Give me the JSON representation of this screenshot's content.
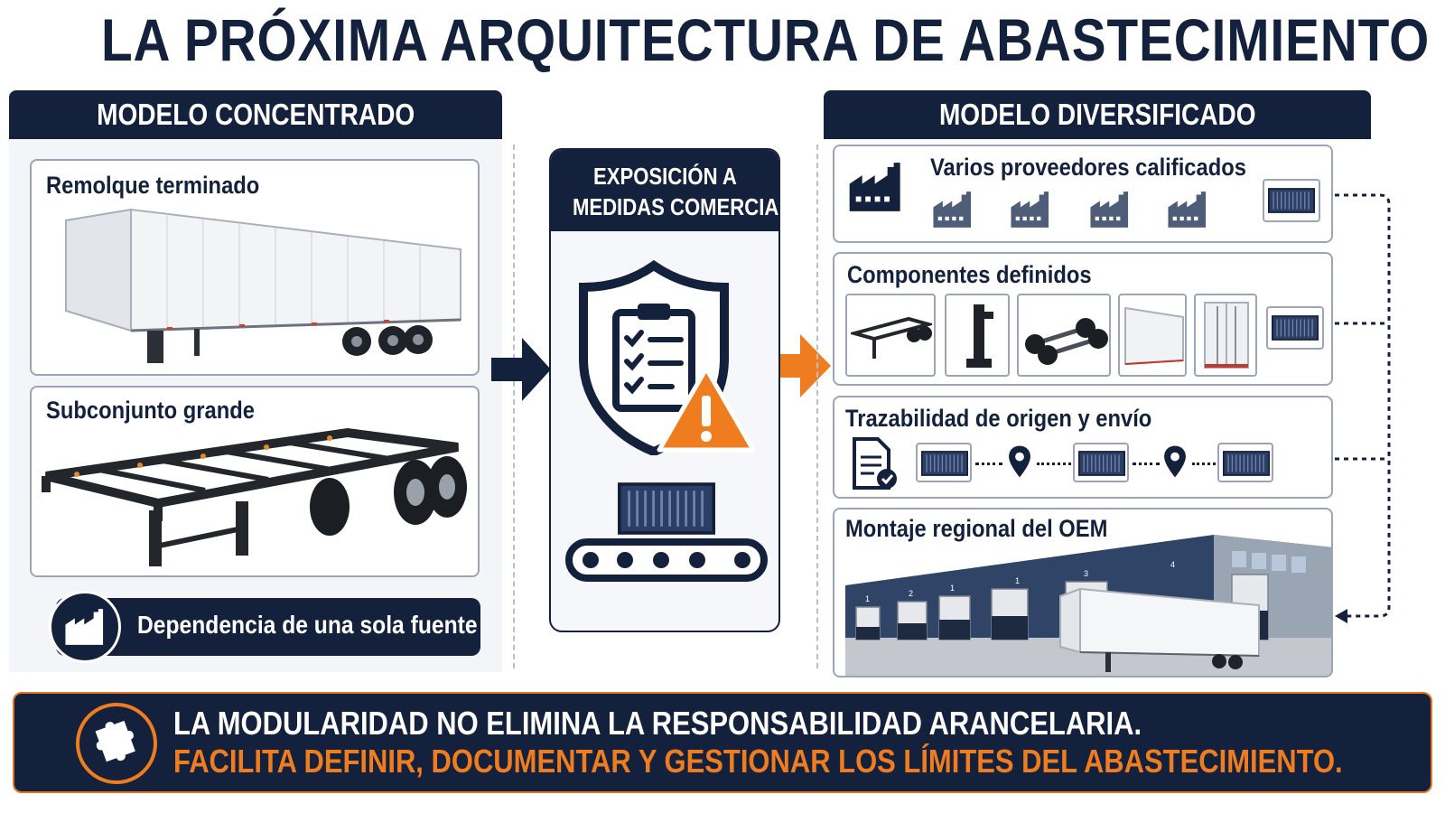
{
  "title": "LA PRÓXIMA ARQUITECTURA DE ABASTECIMIENTO",
  "left": {
    "header": "MODELO CONCENTRADO",
    "cards": [
      {
        "label": "Remolque terminado"
      },
      {
        "label": "Subconjunto grande"
      }
    ],
    "dependency": "Dependencia de una sola fuente"
  },
  "middle": {
    "header_line1": "EXPOSICIÓN A",
    "header_line2": "MEDIDAS COMERCIALES"
  },
  "right": {
    "header": "MODELO DIVERSIFICADO",
    "rows": [
      {
        "label": "Varios proveedores calificados"
      },
      {
        "label": "Componentes definidos"
      },
      {
        "label": "Trazabilidad de origen y envío"
      },
      {
        "label": "Montaje regional del OEM"
      }
    ],
    "dock_numbers": [
      "1",
      "2",
      "1",
      "1",
      "3",
      "4"
    ]
  },
  "footer": {
    "line1": "LA MODULARIDAD NO ELIMINA LA RESPONSABILIDAD ARANCELARIA.",
    "line2": "FACILITA DEFINIR, DOCUMENTAR Y GESTIONAR LOS LÍMITES DEL ABASTECIMIENTO."
  },
  "colors": {
    "navy": "#14213d",
    "orange": "#ef7d1f",
    "container_blue": "#2c3e63"
  }
}
